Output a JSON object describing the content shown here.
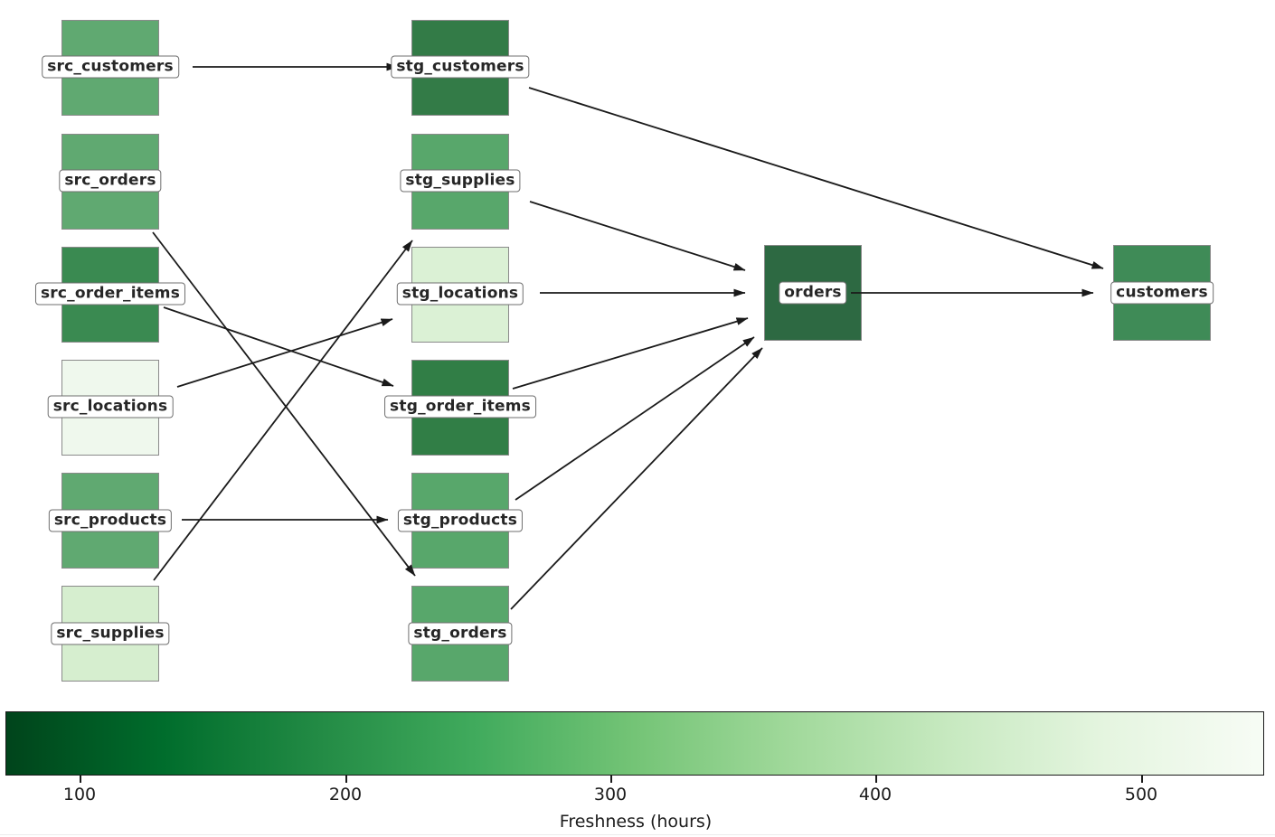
{
  "figure": {
    "background": "#ffffff",
    "edge_color": "#1a1a1a",
    "node_border_color": "#8a8a8a",
    "label_box": {
      "background": "#ffffff",
      "border": "#6f6f6f",
      "text_color": "#262626"
    }
  },
  "graph": {
    "nodes": [
      {
        "id": "src_customers",
        "label": "src_customers",
        "color": "#60a971"
      },
      {
        "id": "src_orders",
        "label": "src_orders",
        "color": "#60a971"
      },
      {
        "id": "src_order_items",
        "label": "src_order_items",
        "color": "#3a8a51"
      },
      {
        "id": "src_locations",
        "label": "src_locations",
        "color": "#eff8ed"
      },
      {
        "id": "src_products",
        "label": "src_products",
        "color": "#60a971"
      },
      {
        "id": "src_supplies",
        "label": "src_supplies",
        "color": "#d6eecf"
      },
      {
        "id": "stg_customers",
        "label": "stg_customers",
        "color": "#337b47"
      },
      {
        "id": "stg_supplies",
        "label": "stg_supplies",
        "color": "#58a76b"
      },
      {
        "id": "stg_locations",
        "label": "stg_locations",
        "color": "#dbf1d5"
      },
      {
        "id": "stg_order_items",
        "label": "stg_order_items",
        "color": "#317e46"
      },
      {
        "id": "stg_products",
        "label": "stg_products",
        "color": "#58a76b"
      },
      {
        "id": "stg_orders",
        "label": "stg_orders",
        "color": "#58a76b"
      },
      {
        "id": "orders",
        "label": "orders",
        "color": "#2d6942"
      },
      {
        "id": "customers",
        "label": "customers",
        "color": "#3f8b57"
      }
    ],
    "edges": [
      {
        "source": "src_customers",
        "target": "stg_customers"
      },
      {
        "source": "src_orders",
        "target": "stg_orders"
      },
      {
        "source": "src_order_items",
        "target": "stg_order_items"
      },
      {
        "source": "src_locations",
        "target": "stg_locations"
      },
      {
        "source": "src_products",
        "target": "stg_products"
      },
      {
        "source": "src_supplies",
        "target": "stg_supplies"
      },
      {
        "source": "stg_customers",
        "target": "customers"
      },
      {
        "source": "stg_supplies",
        "target": "orders"
      },
      {
        "source": "stg_locations",
        "target": "orders"
      },
      {
        "source": "stg_order_items",
        "target": "orders"
      },
      {
        "source": "stg_products",
        "target": "orders"
      },
      {
        "source": "stg_orders",
        "target": "orders"
      },
      {
        "source": "orders",
        "target": "customers"
      }
    ]
  },
  "colorbar": {
    "label": "Freshness (hours)",
    "ticks": [
      "100",
      "200",
      "300",
      "400",
      "500"
    ],
    "gradient_left_to_right": [
      "#00441b",
      "#006d2c",
      "#238b45",
      "#41ab5d",
      "#74c476",
      "#a1d99b",
      "#c7e9c0",
      "#e5f5e0",
      "#f7fcf5"
    ],
    "direction": "dark (low hours) on left to light (high hours) on right"
  }
}
